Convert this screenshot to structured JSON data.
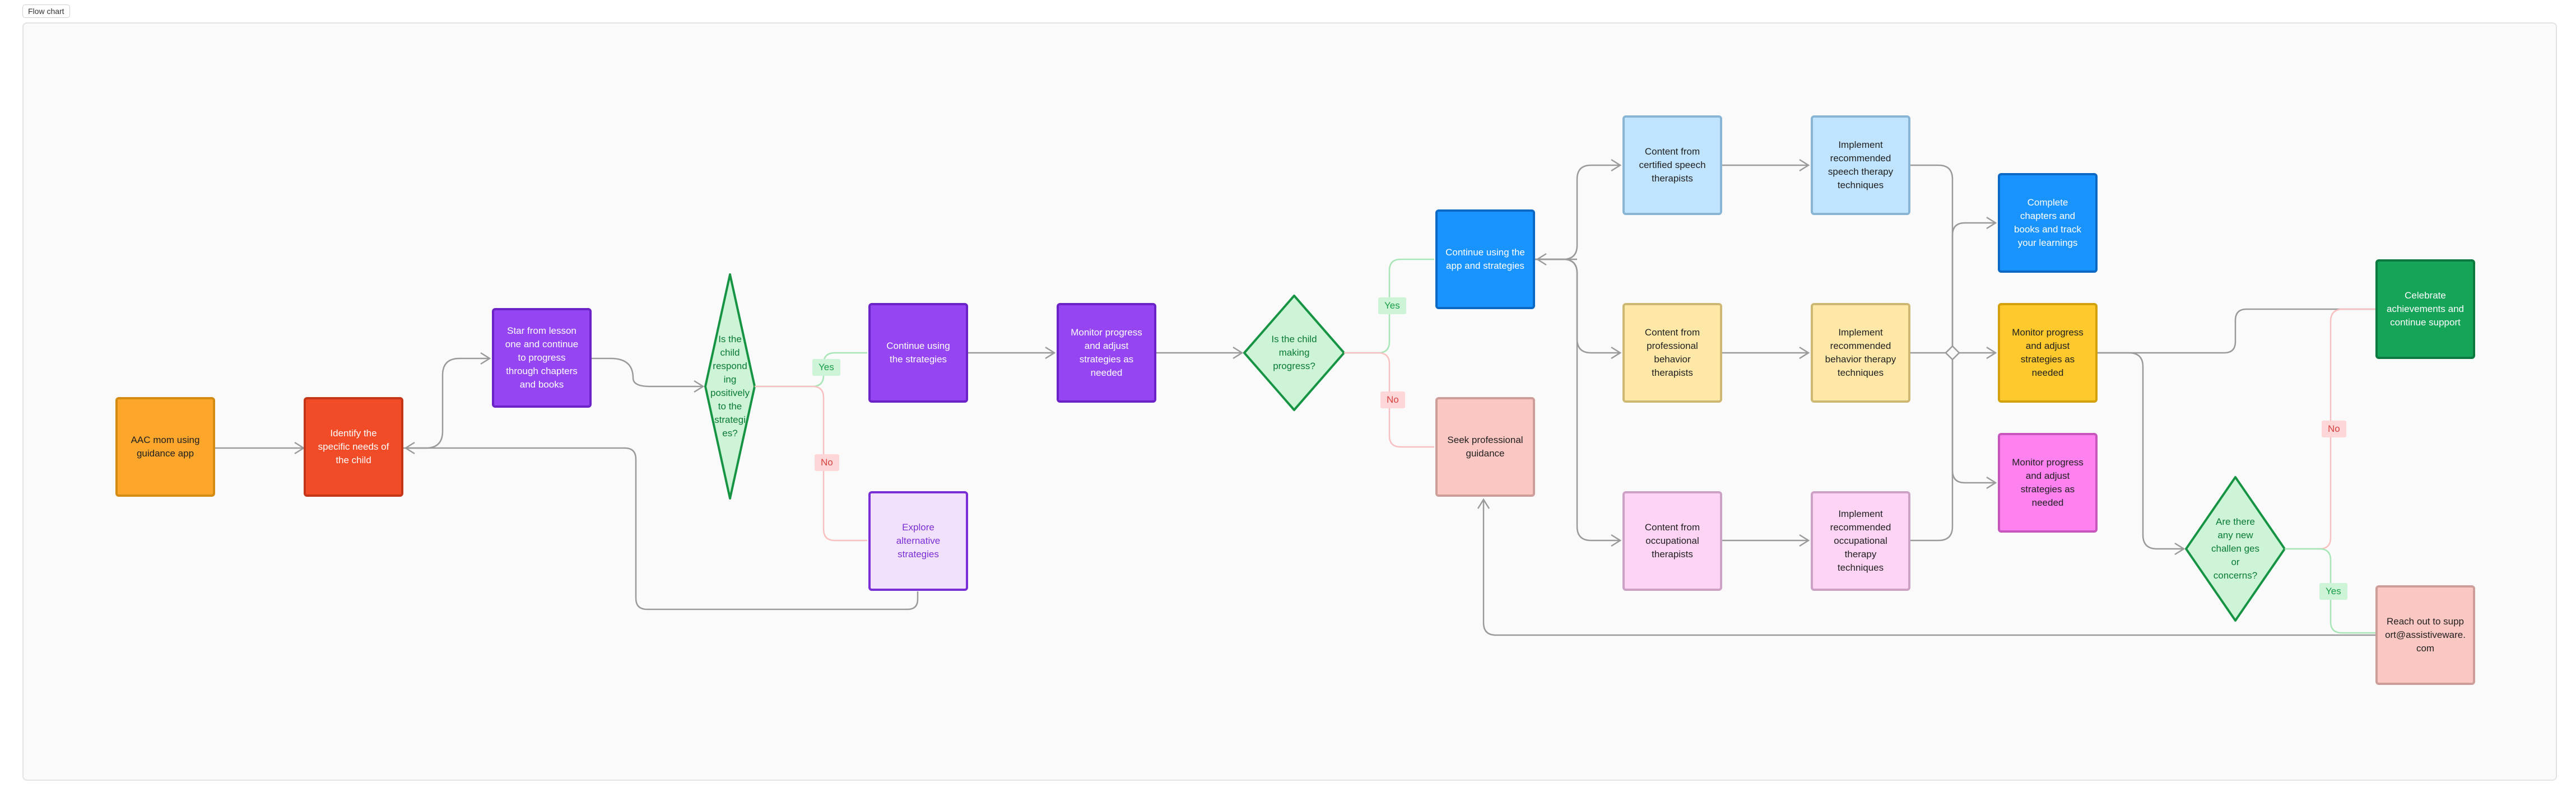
{
  "frame_title": "Flow chart",
  "colors": {
    "arrow": "#9a9a9a",
    "yes_line": "#a8e6b8",
    "no_line": "#f7c1c1"
  },
  "nodes": {
    "aac_mom": "AAC mom using guidance app",
    "identify_needs": "Identify the specific needs of the child",
    "start_lesson": "Star from lesson one and continue to progress through chapters and books",
    "continue_strategies": "Continue using the strategies",
    "monitor_progress_1": "Monitor progress and adjust strategies as needed",
    "explore_alternative": "Explore alternative strategies",
    "continue_app": "Continue using the app and strategies",
    "seek_professional": "Seek professional guidance",
    "content_speech": "Content from certified speech therapists",
    "content_behavior": "Content from professional behavior therapists",
    "content_occupational": "Content from occupational therapists",
    "implement_speech": "Implement recommended speech therapy techniques",
    "implement_behavior": "Implement recommended behavior therapy techniques",
    "implement_occupational": "Implement recommended occupational therapy techniques",
    "complete_chapters": "Complete chapters and books and track your learnings",
    "monitor_progress_2": "Monitor progress and adjust strategies as needed",
    "monitor_progress_3": "Monitor progress and adjust strategies as needed",
    "celebrate": "Celebrate achievements and continue support",
    "reach_out": "Reach out to support@assistiveware.com"
  },
  "decisions": {
    "responding": "Is the child respond ing positively to the strategi es?",
    "making_progress": "Is the child making progress?",
    "new_challenges": "Are there any new challen ges or concerns?"
  },
  "edge_labels": {
    "yes": "Yes",
    "no": "No"
  }
}
